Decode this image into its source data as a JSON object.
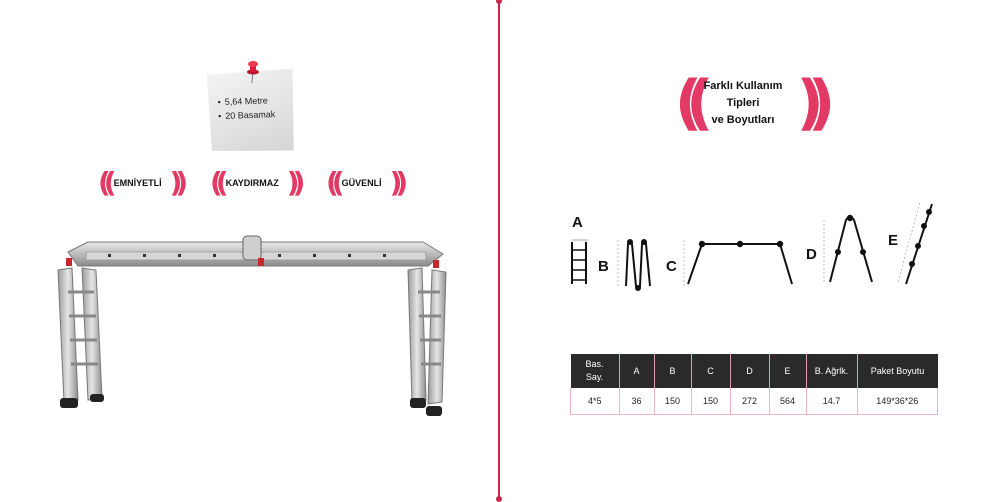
{
  "note": {
    "items": [
      "5,64 Metre",
      "20 Basamak"
    ]
  },
  "badges": [
    {
      "label": "EMNİYETLİ"
    },
    {
      "label": "KAYDIRMAZ"
    },
    {
      "label": "GÜVENLİ"
    }
  ],
  "title": {
    "line1": "Farklı Kullanım",
    "line2": "Tipleri",
    "line3": "ve Boyutları"
  },
  "diagram_labels": {
    "a": "A",
    "b": "B",
    "c": "C",
    "d": "D",
    "e": "E"
  },
  "table": {
    "headers": [
      "Bas.\nSay.",
      "A",
      "B",
      "C",
      "D",
      "E",
      "B. Ağrlk.",
      "Paket Boyutu"
    ],
    "header_line1": [
      "Bas.",
      "A",
      "B",
      "C",
      "D",
      "E",
      "B. Ağrlk.",
      "Paket Boyutu"
    ],
    "header_line2": [
      "Say."
    ],
    "row": [
      "4*5",
      "36",
      "150",
      "150",
      "272",
      "564",
      "14.7",
      "149*36*26"
    ]
  },
  "colors": {
    "accent": "#e23a64",
    "divider": "#c8284a",
    "header_bg": "#2a2a2a"
  }
}
